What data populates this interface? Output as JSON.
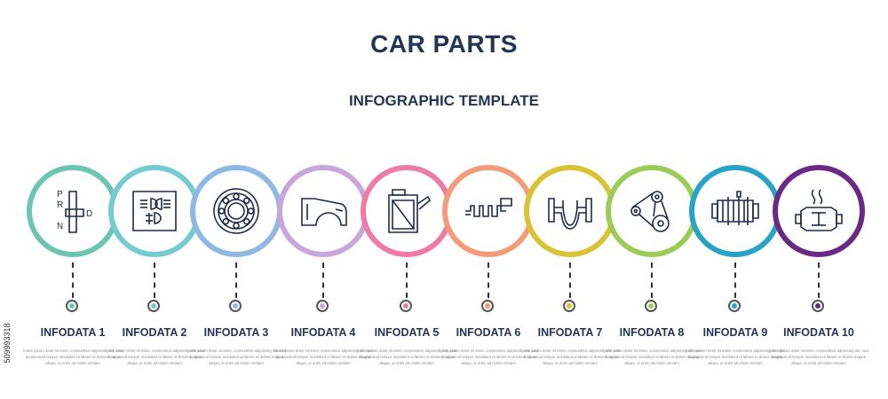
{
  "header": {
    "title": "CAR PARTS",
    "subtitle": "INFOGRAPHIC TEMPLATE"
  },
  "items": [
    {
      "label": "INFODATA 1",
      "color": "#6cc4b3",
      "icon": "gear-shift-icon",
      "gear_letters": [
        "P",
        "R",
        "N",
        "D"
      ],
      "description": "lorem ipsum dolor sit amet, consectetur adipiscing elit, sed do eiusmod tempor incididunt ut labore et dolore magna aliqua. ut enim ad minim veniam"
    },
    {
      "label": "INFODATA 2",
      "color": "#74cbd0",
      "icon": "headlight-indicator-icon",
      "description": "lorem ipsum dolor sit amet, consectetur adipiscing elit, sed do eiusmod tempor incididunt ut labore et dolore magna aliqua. ut enim ad minim veniam"
    },
    {
      "label": "INFODATA 3",
      "color": "#8fb8e4",
      "icon": "bearing-icon",
      "description": "lorem ipsum dolor sit amet, consectetur adipiscing elit, sed do eiusmod tempor incididunt ut labore et dolore magna aliqua. ut enim ad minim veniam"
    },
    {
      "label": "INFODATA 4",
      "color": "#c8a6dc",
      "icon": "fender-icon",
      "description": "lorem ipsum dolor sit amet, consectetur adipiscing elit, sed do eiusmod tempor incididunt ut labore et dolore magna aliqua. ut enim ad minim veniam"
    },
    {
      "label": "INFODATA 5",
      "color": "#ef7aa3",
      "icon": "oil-can-icon",
      "description": "lorem ipsum dolor sit amet, consectetur adipiscing elit, sed do eiusmod tempor incididunt ut labore et dolore magna aliqua. ut enim ad minim veniam"
    },
    {
      "label": "INFODATA 6",
      "color": "#f39a78",
      "icon": "crankshaft-icon",
      "description": "lorem ipsum dolor sit amet, consectetur adipiscing elit, sed do eiusmod tempor incididunt ut labore et dolore magna aliqua. ut enim ad minim veniam"
    },
    {
      "label": "INFODATA 7",
      "color": "#d9c236",
      "icon": "axle-icon",
      "description": "lorem ipsum dolor sit amet, consectetur adipiscing elit, sed do eiusmod tempor incididunt ut labore et dolore magna aliqua. ut enim ad minim veniam"
    },
    {
      "label": "INFODATA 8",
      "color": "#9ccc58",
      "icon": "timing-belt-icon",
      "description": "lorem ipsum dolor sit amet, consectetur adipiscing elit, sed do eiusmod tempor incididunt ut labore et dolore magna aliqua. ut enim ad minim veniam"
    },
    {
      "label": "INFODATA 9",
      "color": "#26a3c6",
      "icon": "engine-block-icon",
      "description": "lorem ipsum dolor sit amet, consectetur adipiscing elit, sed do eiusmod tempor incididunt ut labore et dolore magna aliqua. ut enim ad minim veniam"
    },
    {
      "label": "INFODATA 10",
      "color": "#6a2a84",
      "icon": "catalytic-converter-icon",
      "description": "lorem ipsum dolor sit amet, consectetur adipiscing elit, sed do eiusmod tempor incididunt ut labore et dolore magna aliqua. ut enim ad minim veniam"
    }
  ],
  "stock_id": "509993318"
}
